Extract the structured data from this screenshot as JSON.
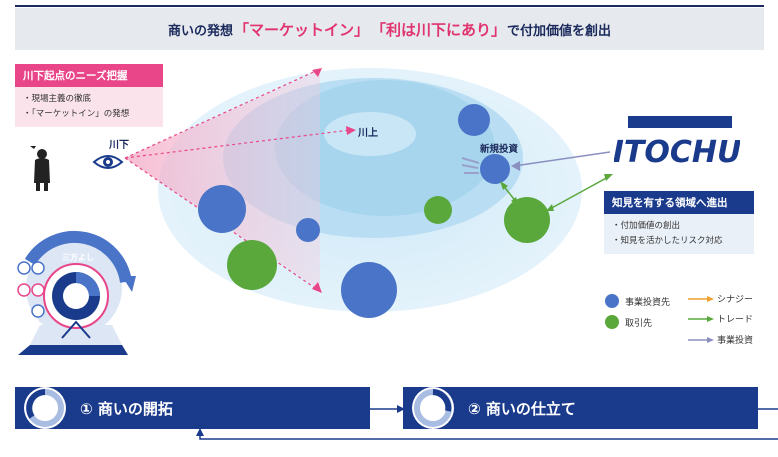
{
  "banner": {
    "prefix": "商いの発想",
    "quote1": "「マーケットイン」",
    "quote2": "「利は川下にあり」",
    "suffix": "で付加価値を創出"
  },
  "left_panel": {
    "title": "川下起点のニーズ把握",
    "items": [
      "・現場主義の徹底",
      "・「マーケットイン」の発想"
    ]
  },
  "right_panel": {
    "title": "知見を有する領域へ進出",
    "items": [
      "・付加価値の創出",
      "・知見を活かしたリスク対応"
    ]
  },
  "labels": {
    "kawashimo": "川下",
    "kawakami": "川上",
    "new_investment": "新規投資",
    "sanpo_yoshi": "三方よし"
  },
  "logo": {
    "text": "ITOCHU"
  },
  "legend": {
    "nodes": [
      {
        "label": "事業投資先",
        "color": "#4a74c8"
      },
      {
        "label": "取引先",
        "color": "#5aa83c"
      }
    ],
    "edges": [
      {
        "label": "シナジー",
        "color": "#f0a030"
      },
      {
        "label": "トレード",
        "color": "#5aa83c"
      },
      {
        "label": "事業投資",
        "color": "#8a8fc0"
      }
    ]
  },
  "steps": [
    {
      "label": "① 商いの開拓"
    },
    {
      "label": "② 商いの仕立て"
    }
  ],
  "colors": {
    "navy": "#1a3a8c",
    "pink": "#e9468a",
    "blue": "#4a74c8",
    "green": "#5aa83c"
  }
}
